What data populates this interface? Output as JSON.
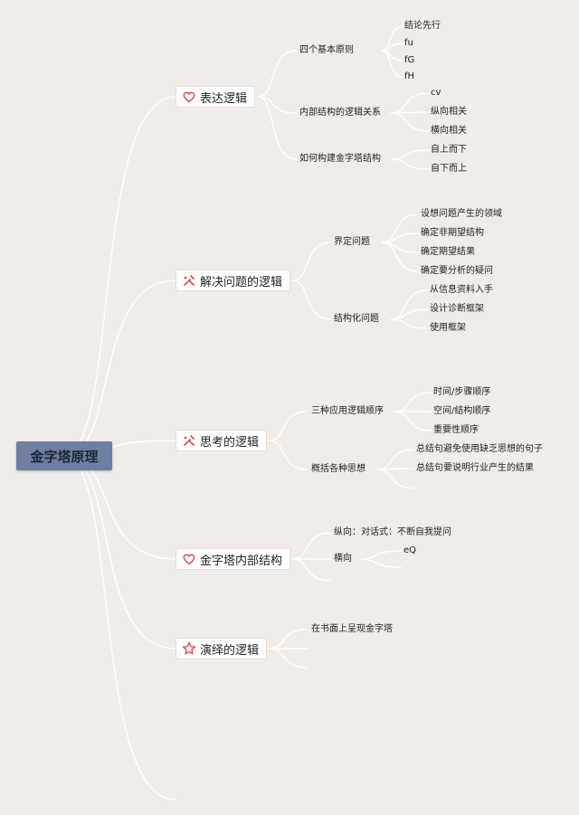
{
  "root": {
    "label": "金字塔原理"
  },
  "branches": [
    {
      "label": "表达逻辑",
      "icon": "heart-icon",
      "color": "#d9534f",
      "children": [
        {
          "label": "四个基本原则",
          "children": [
            "结论先行",
            "fu",
            "fG",
            "fH"
          ]
        },
        {
          "label": "内部结构的逻辑关系",
          "children": [
            "cv",
            "纵向相关",
            "横向相关"
          ]
        },
        {
          "label": "如何构建金字塔结构",
          "children": [
            "自上而下",
            "自下而上"
          ]
        }
      ]
    },
    {
      "label": "解决问题的逻辑",
      "icon": "tools-icon",
      "color": "#d9534f",
      "children": [
        {
          "label": "界定问题",
          "children": [
            "设想问题产生的领域",
            "确定非期望结构",
            "确定期望结果",
            "确定要分析的疑问"
          ]
        },
        {
          "label": "结构化问题",
          "children": [
            "从信息资料入手",
            "设计诊断框架",
            "使用框架"
          ]
        }
      ]
    },
    {
      "label": "思考的逻辑",
      "icon": "tools-icon",
      "color": "#d9534f",
      "children": [
        {
          "label": "三种应用逻辑顺序",
          "children": [
            "时间/步骤顺序",
            "空间/结构顺序",
            "重要性顺序"
          ]
        },
        {
          "label": "概括各种思想",
          "children": [
            "总结句避免使用缺乏思想的句子",
            "总结句要说明行业产生的结果"
          ]
        }
      ]
    },
    {
      "label": "金字塔内部结构",
      "icon": "heart-icon",
      "color": "#d9534f",
      "children": [
        {
          "label": "纵向：对话式：不断自我提问",
          "children": []
        },
        {
          "label": "横向",
          "children": [
            "eQ"
          ]
        }
      ]
    },
    {
      "label": "演绎的逻辑",
      "icon": "star-icon",
      "color": "#d9534f",
      "children": [
        {
          "label": "在书面上呈现金字塔",
          "children": []
        }
      ]
    }
  ]
}
